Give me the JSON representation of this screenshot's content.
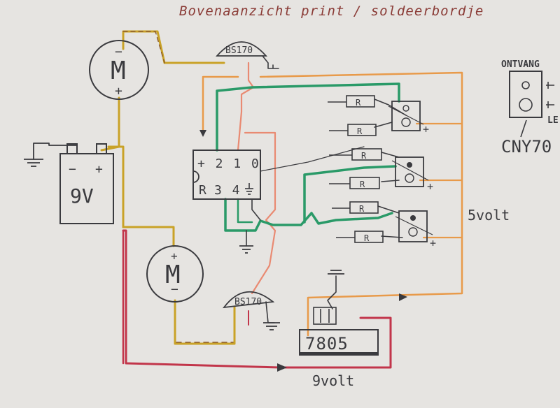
{
  "title": "Bovenaanzicht print / soldeerbordje",
  "motor_symbol": "M",
  "motor_top": {
    "minus": "−",
    "plus": "+"
  },
  "motor_bottom": {
    "plus": "+",
    "minus": "−"
  },
  "battery": {
    "minus": "−",
    "plus": "+",
    "label": "9V"
  },
  "transistor_top": "BS170",
  "transistor_bottom": "BS170",
  "ic": {
    "pins_top": "+ 2 1 0",
    "label_r": "R",
    "pins_bottom": "3 4"
  },
  "resistor_label": "R",
  "pot_plus": "+",
  "regulator": "7805",
  "voltage_5": "5volt",
  "voltage_9": "9volt",
  "sensor": {
    "top_label": "ONTVANG",
    "side_label": "LE",
    "part": "CNY70"
  },
  "colors": {
    "ink": "#3a3a3e",
    "yellow_wire": "#c9a227",
    "red_wire": "#c2354a",
    "green_wire": "#2a9a68",
    "orange_wire": "#e89a4a",
    "salmon_wire": "#e98a72",
    "brown_wire": "#8b5a2b",
    "paper": "#e6e4e1"
  }
}
